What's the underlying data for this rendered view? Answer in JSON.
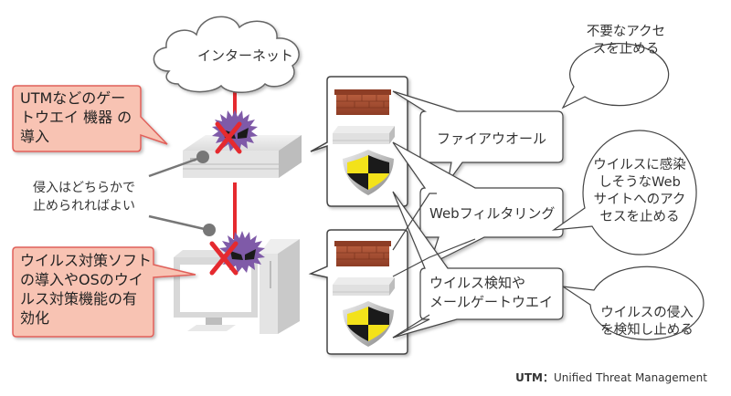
{
  "diagram": {
    "cloud_label": "インターネット",
    "callouts": {
      "gateway": [
        "UTMなどのゲー",
        "トウエイ 機器 の",
        "導入"
      ],
      "client": [
        "ウイルス対策ソフト",
        "の導入やOSのウイ",
        "ルス対策機能の有",
        "効化"
      ]
    },
    "note": [
      "侵入はどちらかで",
      "止められればよい"
    ],
    "functions": [
      {
        "label": "ファイアウオール",
        "description": [
          "不要なアクセ",
          "スを止める"
        ]
      },
      {
        "label": "Webフィルタリング",
        "description": [
          "ウイルスに感染",
          "しそうなWeb",
          "サイトへのアク",
          "セスを止める"
        ]
      },
      {
        "label_lines": [
          "ウイルス検知や",
          "メールゲートウエイ"
        ],
        "description": [
          "ウイルスの侵入",
          "を検知し止める"
        ]
      }
    ],
    "footnote": {
      "abbr": "UTM",
      "sep": "：",
      "full": "Unified Threat Management"
    },
    "icons": [
      "cloud-icon",
      "firewall-brick-icon",
      "network-device-icon",
      "security-shield-icon",
      "virus-icon",
      "blocked-x-icon",
      "gateway-appliance-icon",
      "desktop-pc-icon"
    ],
    "colors": {
      "connection_line": "#e52a2f",
      "callout_fill": "#f8c3b3",
      "callout_border": "#e0605a",
      "virus": "#7f5aa8",
      "brick": "#a24a30",
      "shield_yellow": "#f3e21a"
    }
  }
}
